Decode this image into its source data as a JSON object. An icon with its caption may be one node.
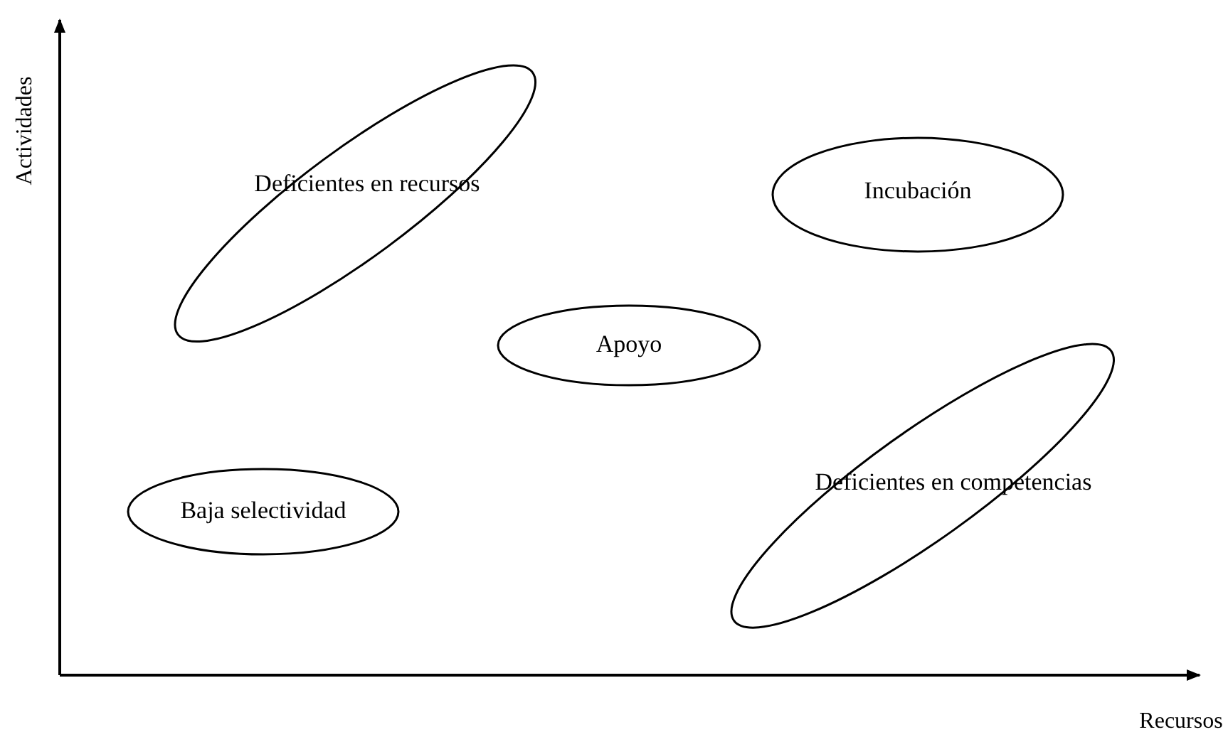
{
  "diagram": {
    "nodes": [
      {
        "text": [
          "Deficientes en recursos"
        ]
      },
      {
        "text": [
          "Incubación"
        ]
      },
      {
        "text": [
          "Apoyo"
        ]
      },
      {
        "text": [
          "Deficientes en competencias"
        ]
      },
      {
        "text": [
          "Baja selectividad"
        ]
      }
    ],
    "edges": [],
    "labels": [
      "Actividades",
      "Recursos"
    ]
  }
}
